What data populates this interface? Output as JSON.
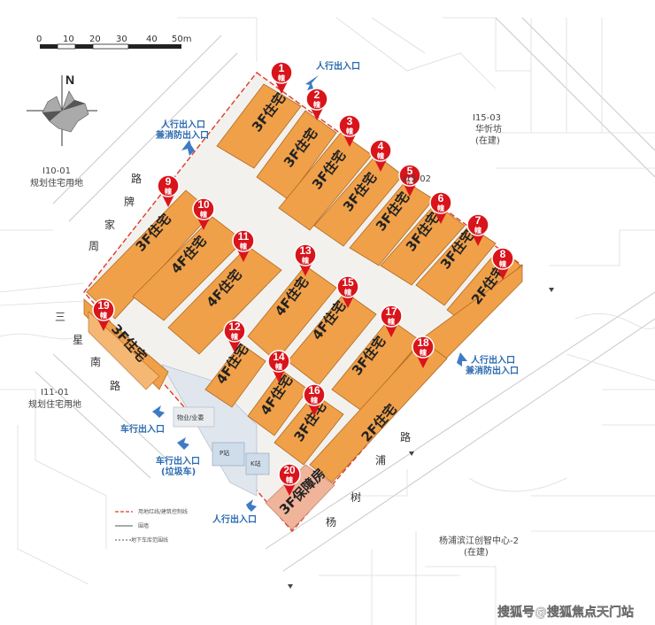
{
  "scale": {
    "ticks": [
      "0",
      "10",
      "20",
      "30",
      "40",
      "50m"
    ]
  },
  "compass": {
    "north_label": "N"
  },
  "plots": {
    "i10_code": "I10-01",
    "i10_name": "规划住宅用地",
    "i11_code": "I11-01",
    "i11_name": "规划住宅用地",
    "i15_03_code": "I15-03",
    "i15_03_name": "华忻坊",
    "i15_03_status": "(在建)",
    "i15_02_code": "I15-02",
    "hub_name": "杨浦滨江创智中心-2",
    "hub_status": "(在建)"
  },
  "roads": {
    "road_a": [
      "路",
      "牌",
      "家",
      "周"
    ],
    "road_b": [
      "三",
      "星",
      "南",
      "路"
    ],
    "road_c": [
      "路",
      "浦",
      "树",
      "杨"
    ]
  },
  "entrances": {
    "ped_top": "人行出入口",
    "ped_fire_left_1": "人行出入口",
    "ped_fire_left_2": "兼消防出入口",
    "ped_fire_right_1": "人行出入口",
    "ped_fire_right_2": "兼消防出入口",
    "car": "车行出入口",
    "car_garbage_1": "车行出入口",
    "car_garbage_2": "(垃圾车)",
    "ped_bottom": "人行出入口"
  },
  "buildings": [
    {
      "num": "1",
      "unit": "幢",
      "label": "3F住宅"
    },
    {
      "num": "2",
      "unit": "幢",
      "label": "3F住宅"
    },
    {
      "num": "3",
      "unit": "幢",
      "label": "3F住宅"
    },
    {
      "num": "4",
      "unit": "幢",
      "label": "3F住宅"
    },
    {
      "num": "5",
      "unit": "幢",
      "label": "3F住宅"
    },
    {
      "num": "6",
      "unit": "幢",
      "label": "3F住宅"
    },
    {
      "num": "7",
      "unit": "幢",
      "label": "3F住宅"
    },
    {
      "num": "8",
      "unit": "幢",
      "label": "2F住宅"
    },
    {
      "num": "9",
      "unit": "幢",
      "label": "3F住宅"
    },
    {
      "num": "10",
      "unit": "幢",
      "label": "4F住宅"
    },
    {
      "num": "11",
      "unit": "幢",
      "label": "4F住宅"
    },
    {
      "num": "12",
      "unit": "幢",
      "label": "4F住宅"
    },
    {
      "num": "13",
      "unit": "幢",
      "label": "4F住宅"
    },
    {
      "num": "14",
      "unit": "幢",
      "label": "4F住宅"
    },
    {
      "num": "15",
      "unit": "幢",
      "label": "4F住宅"
    },
    {
      "num": "16",
      "unit": "幢",
      "label": "3F住宅"
    },
    {
      "num": "17",
      "unit": "幢",
      "label": "3F住宅"
    },
    {
      "num": "18",
      "unit": "幢",
      "label": "2F住宅"
    },
    {
      "num": "19",
      "unit": "幢",
      "label": "3F住宅"
    },
    {
      "num": "20",
      "unit": "幢",
      "label": "3F保障房"
    }
  ],
  "facilities": {
    "property": "物业/业委",
    "p_station": "P站",
    "k_station": "K站"
  },
  "legend": [
    "用地红线/建筑控制线",
    "围墙",
    "地下车库范围线"
  ],
  "watermark": "搜狐号@搜狐焦点天门站",
  "colors": {
    "residential": "#f0a049",
    "affordable": "#efb49a",
    "pin": "#d9141b",
    "entrance_text": "#2a6ab0",
    "site_boundary": "#e03a2a"
  }
}
